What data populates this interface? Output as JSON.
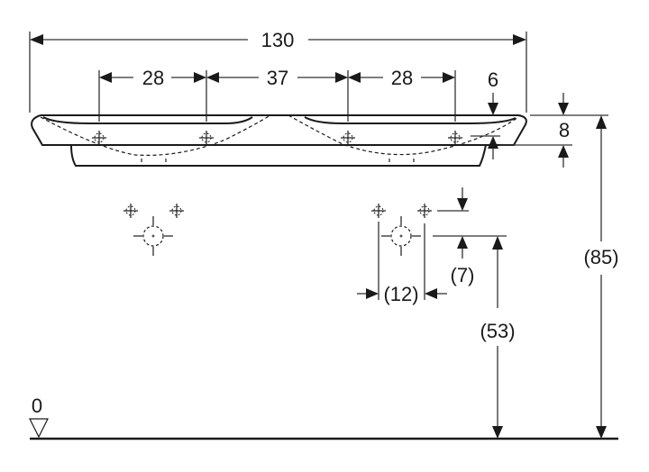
{
  "drawing": {
    "title": "Double washbasin dimension drawing",
    "unit": "cm",
    "dimensions": {
      "overall_width": "130",
      "tap_left_outer": "28",
      "tap_center_spacing": "37",
      "tap_right_outer": "28",
      "rim_offset": "6",
      "rim_thickness": "8",
      "total_height": "(85)",
      "waste_height": "(53)",
      "waste_offset_vertical": "(7)",
      "waste_spacing": "(12)"
    },
    "floor_level": "0"
  }
}
